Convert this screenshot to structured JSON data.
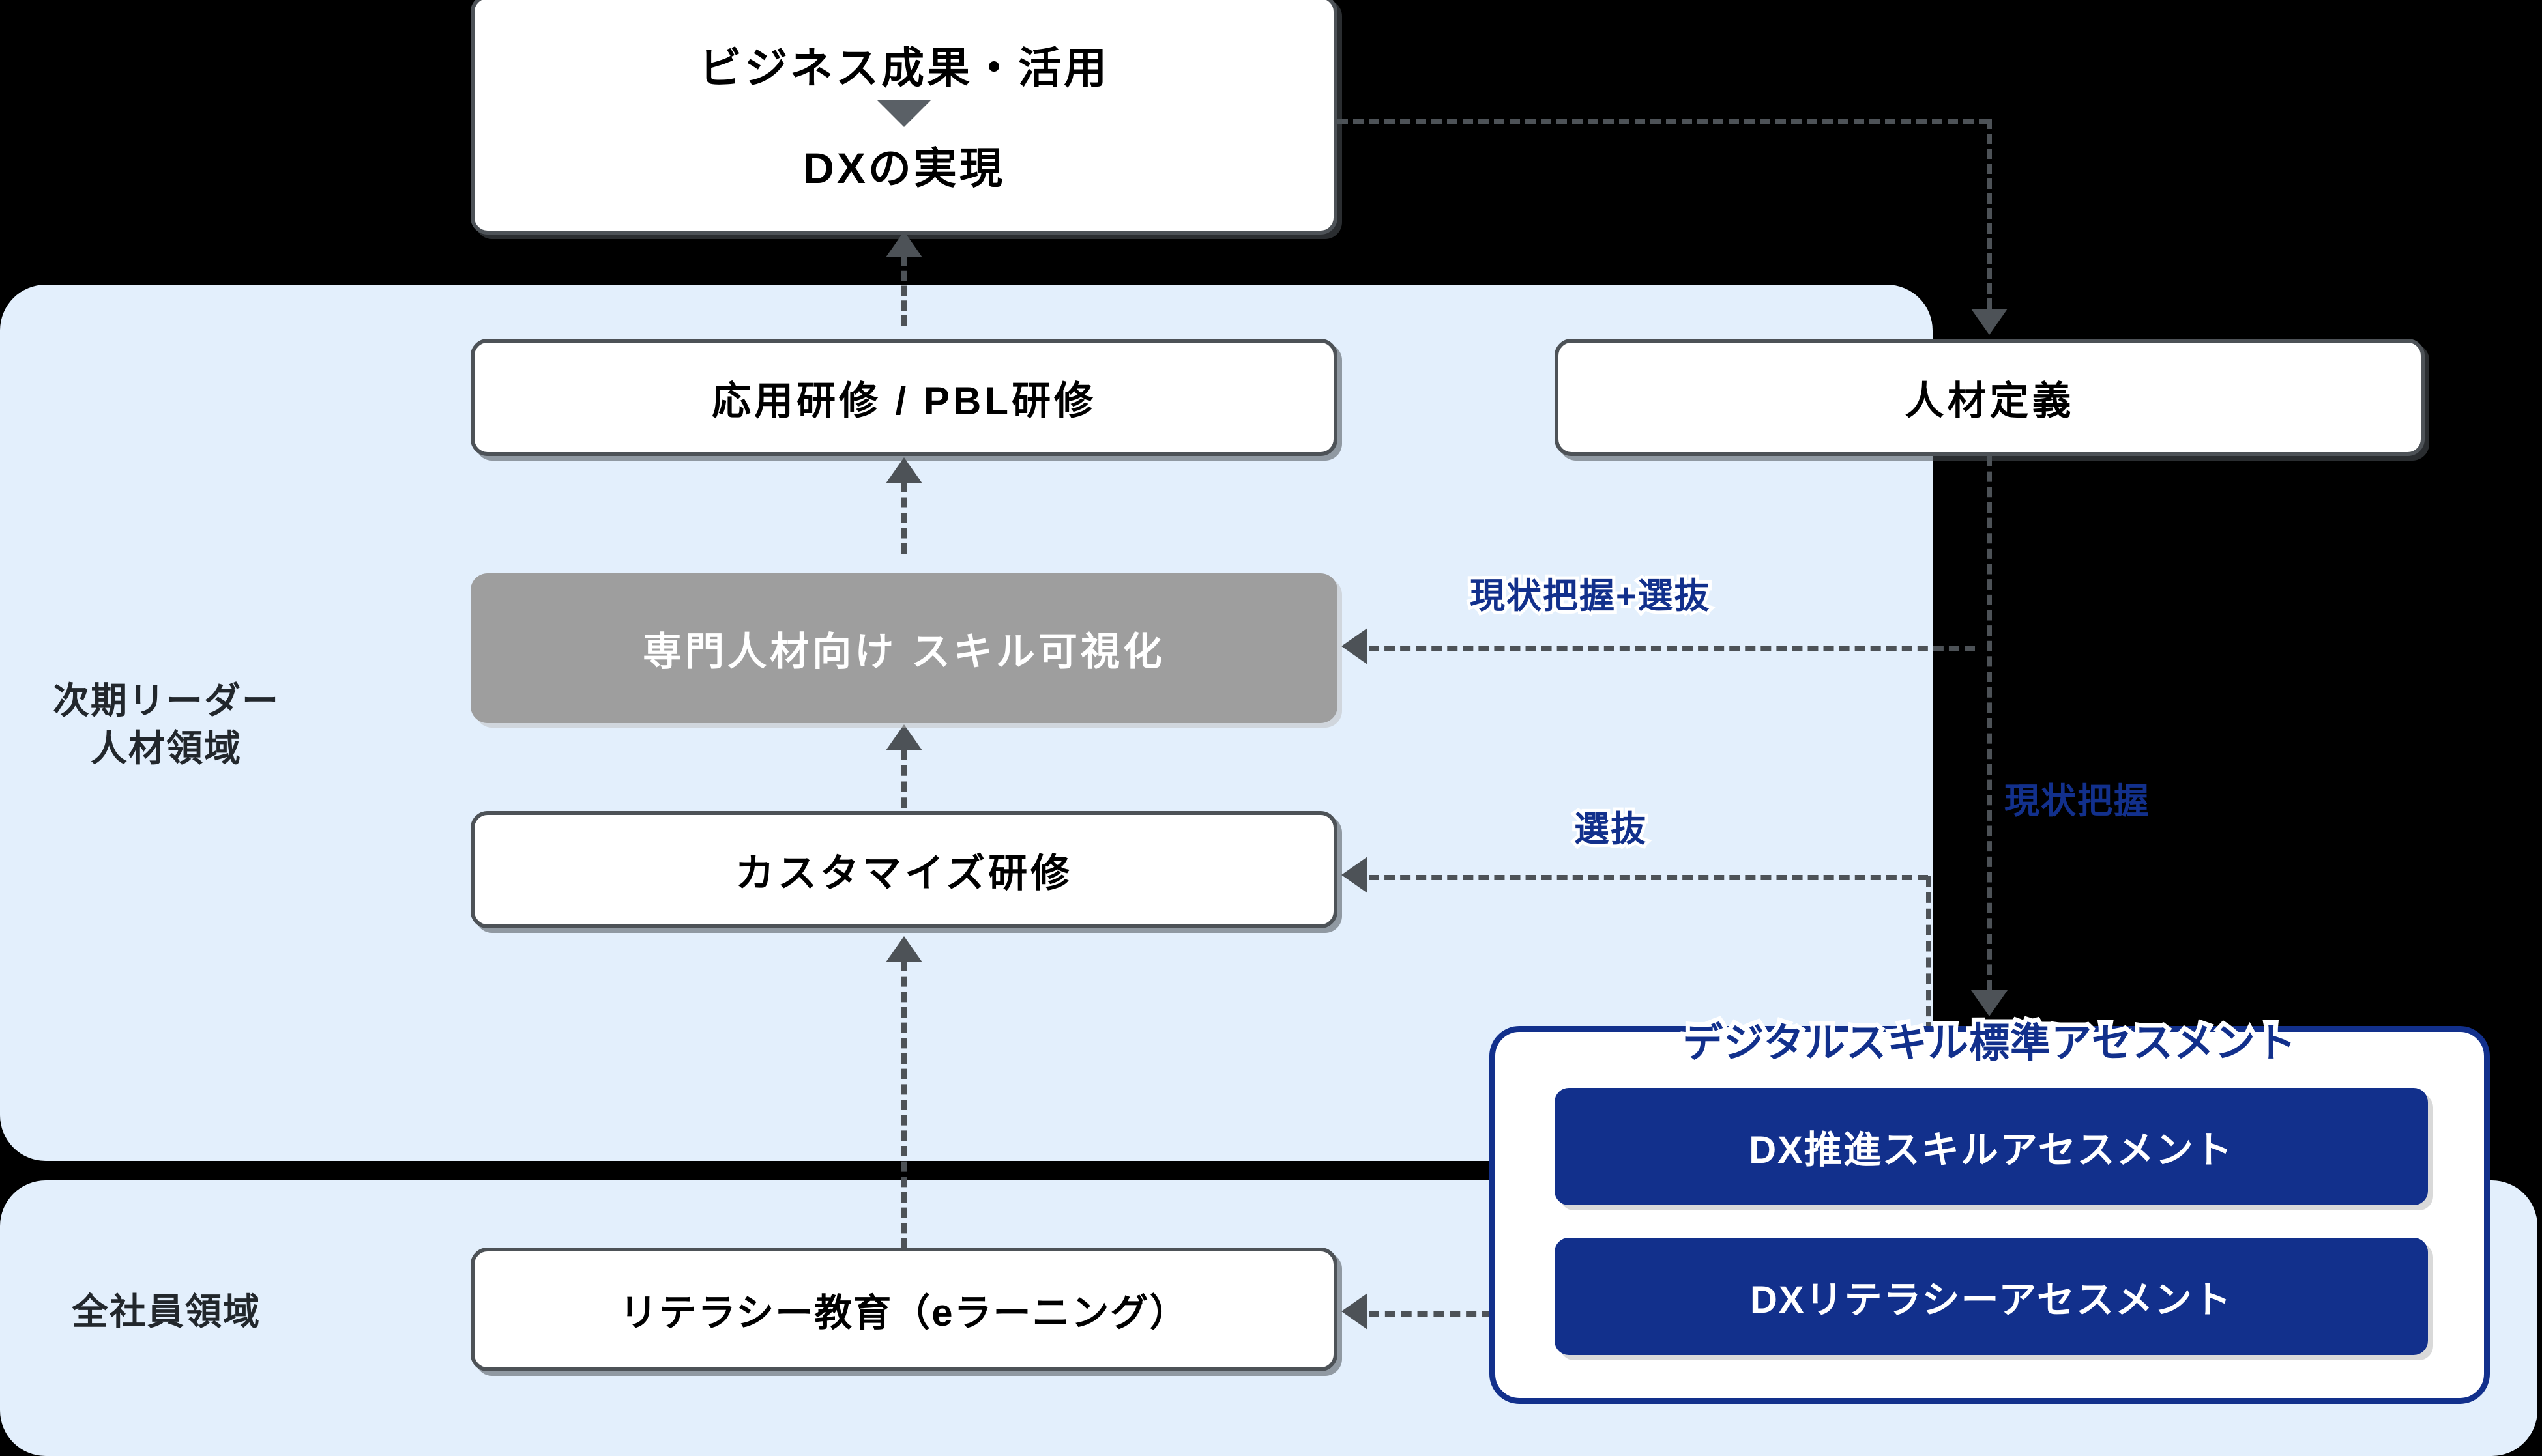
{
  "regions": [
    {
      "id": "leader",
      "label": "次期リーダー\n人材領域",
      "color": "#e3effc"
    },
    {
      "id": "all",
      "label": "全社員領域",
      "color": "#e3effc"
    }
  ],
  "boxes": {
    "outcome": {
      "line1": "ビジネス成果・活用",
      "line2": "DXの実現"
    },
    "applied": {
      "label": "応用研修 / PBL研修"
    },
    "skillviz": {
      "label": "専門人材向け スキル可視化"
    },
    "custom": {
      "label": "カスタマイズ研修"
    },
    "literacy": {
      "label": "リテラシー教育（eラーニング）"
    },
    "definition": {
      "label": "人材定義"
    }
  },
  "assessment": {
    "title": "デジタルスキル標準アセスメント",
    "buttons": [
      {
        "label": "DX推進スキルアセスメント"
      },
      {
        "label": "DXリテラシーアセスメント"
      }
    ]
  },
  "arrow_labels": {
    "grasp_select": "現状把握+選抜",
    "select": "選抜",
    "grasp": "現状把握"
  },
  "colors": {
    "region_bg": "#e3effc",
    "box_border": "#4d5257",
    "gray_box": "#9e9e9e",
    "accent_blue": "#12308c",
    "page_bg": "#000000"
  }
}
